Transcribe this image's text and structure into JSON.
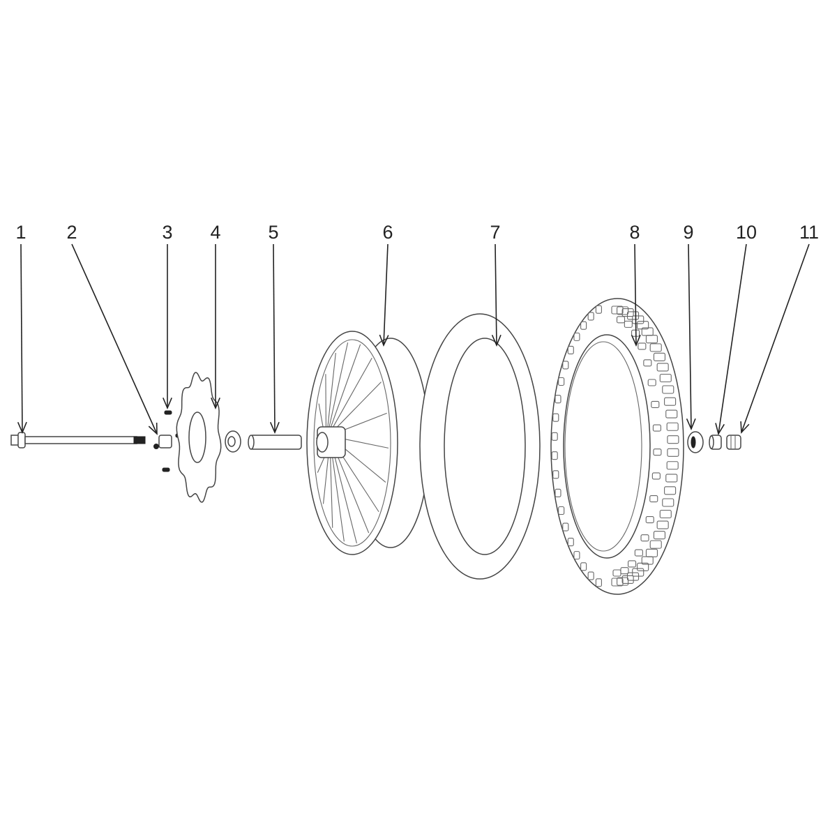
{
  "diagram": {
    "type": "exploded parts diagram",
    "callouts": [
      {
        "label": "1"
      },
      {
        "label": "2"
      },
      {
        "label": "3"
      },
      {
        "label": "4"
      },
      {
        "label": "5"
      },
      {
        "label": "6"
      },
      {
        "label": "7"
      },
      {
        "label": "8"
      },
      {
        "label": "9"
      },
      {
        "label": "10"
      },
      {
        "label": "11"
      }
    ],
    "line_color": "#222222"
  }
}
